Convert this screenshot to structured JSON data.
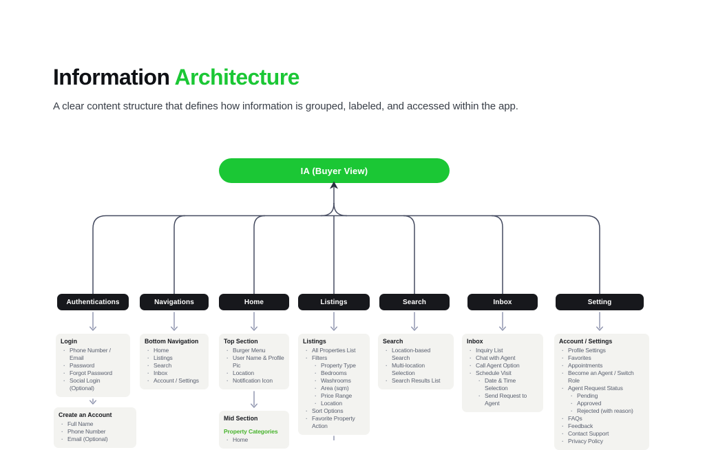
{
  "page": {
    "title_black": "Information",
    "title_green": "Architecture",
    "subtitle": "A clear content structure that defines how information is grouped, labeled, and accessed within the app."
  },
  "root": {
    "label": "IA (Buyer View)"
  },
  "columns": [
    {
      "label": "Authentications",
      "boxes": [
        {
          "title": "Login",
          "items": [
            {
              "text": "Phone Number / Email",
              "indent": 0
            },
            {
              "text": "Password",
              "indent": 0
            },
            {
              "text": "Forgot Password",
              "indent": 0
            },
            {
              "text": "Social Login (Optional)",
              "indent": 0
            }
          ]
        },
        {
          "title": "Create an Account",
          "items": [
            {
              "text": "Full Name",
              "indent": 0
            },
            {
              "text": "Phone Number",
              "indent": 0
            },
            {
              "text": "Email (Optional)",
              "indent": 0
            }
          ]
        }
      ]
    },
    {
      "label": "Navigations",
      "boxes": [
        {
          "title": "Bottom Navigation",
          "items": [
            {
              "text": "Home",
              "indent": 0
            },
            {
              "text": "Listings",
              "indent": 0
            },
            {
              "text": "Search",
              "indent": 0
            },
            {
              "text": "Inbox",
              "indent": 0
            },
            {
              "text": "Account / Settings",
              "indent": 0
            }
          ]
        }
      ]
    },
    {
      "label": "Home",
      "boxes": [
        {
          "title": "Top Section",
          "items": [
            {
              "text": "Burger Menu",
              "indent": 0
            },
            {
              "text": "User Name & Profile Pic",
              "indent": 0
            },
            {
              "text": "Location",
              "indent": 0
            },
            {
              "text": "Notification Icon",
              "indent": 0
            }
          ]
        },
        {
          "title": "Mid Section",
          "subheading": "Property Categories",
          "items": [
            {
              "text": "Home",
              "indent": 0
            }
          ]
        }
      ]
    },
    {
      "label": "Listings",
      "boxes": [
        {
          "title": "Listings",
          "items": [
            {
              "text": "All Properties List",
              "indent": 0
            },
            {
              "text": "Filters",
              "indent": 0
            },
            {
              "text": "Property Type",
              "indent": 1
            },
            {
              "text": "Bedrooms",
              "indent": 1
            },
            {
              "text": "Washrooms",
              "indent": 1
            },
            {
              "text": "Area (sqm)",
              "indent": 1
            },
            {
              "text": "Price Range",
              "indent": 1
            },
            {
              "text": "Location",
              "indent": 1
            },
            {
              "text": "Sort Options",
              "indent": 0
            },
            {
              "text": "Favorite Property Action",
              "indent": 0
            }
          ]
        }
      ]
    },
    {
      "label": "Search",
      "boxes": [
        {
          "title": "Search",
          "items": [
            {
              "text": "Location-based Search",
              "indent": 0
            },
            {
              "text": "Multi-location Selection",
              "indent": 0
            },
            {
              "text": "Search Results List",
              "indent": 0
            }
          ]
        }
      ]
    },
    {
      "label": "Inbox",
      "boxes": [
        {
          "title": "Inbox",
          "items": [
            {
              "text": "Inquiry List",
              "indent": 0
            },
            {
              "text": "Chat with Agent",
              "indent": 0
            },
            {
              "text": "Call Agent Option",
              "indent": 0
            },
            {
              "text": "Schedule Visit",
              "indent": 0
            },
            {
              "text": "Date & Time Selection",
              "indent": 1
            },
            {
              "text": "Send Request to Agent",
              "indent": 1
            }
          ]
        }
      ]
    },
    {
      "label": "Setting",
      "boxes": [
        {
          "title": "Account / Settings",
          "items": [
            {
              "text": "Profile Settings",
              "indent": 0
            },
            {
              "text": "Favorites",
              "indent": 0
            },
            {
              "text": "Appointments",
              "indent": 0
            },
            {
              "text": "Become an Agent / Switch Role",
              "indent": 0
            },
            {
              "text": "Agent Request Status",
              "indent": 0
            },
            {
              "text": "Pending",
              "indent": 1
            },
            {
              "text": "Approved",
              "indent": 1
            },
            {
              "text": "Rejected (with reason)",
              "indent": 1
            },
            {
              "text": "FAQs",
              "indent": 0
            },
            {
              "text": "Feedback",
              "indent": 0
            },
            {
              "text": "Contact Support",
              "indent": 0
            },
            {
              "text": "Privacy Policy",
              "indent": 0
            }
          ]
        }
      ]
    }
  ],
  "colors": {
    "accent_green": "#1BC735",
    "subheading_green": "#49B42E",
    "node_black": "#17181C",
    "panel_gray": "#F3F3F0",
    "line_dark": "#454B60",
    "arrow_slate": "#8A90AB"
  }
}
